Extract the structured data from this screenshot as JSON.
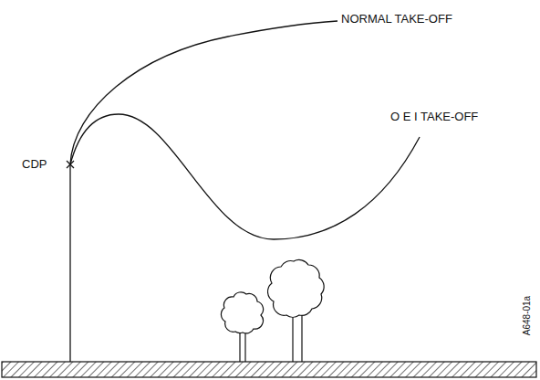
{
  "diagram": {
    "labels": [
      "NORMAL TAKE-OFF",
      "O E I TAKE-OFF",
      "CDP",
      "A648-01a"
    ]
  }
}
